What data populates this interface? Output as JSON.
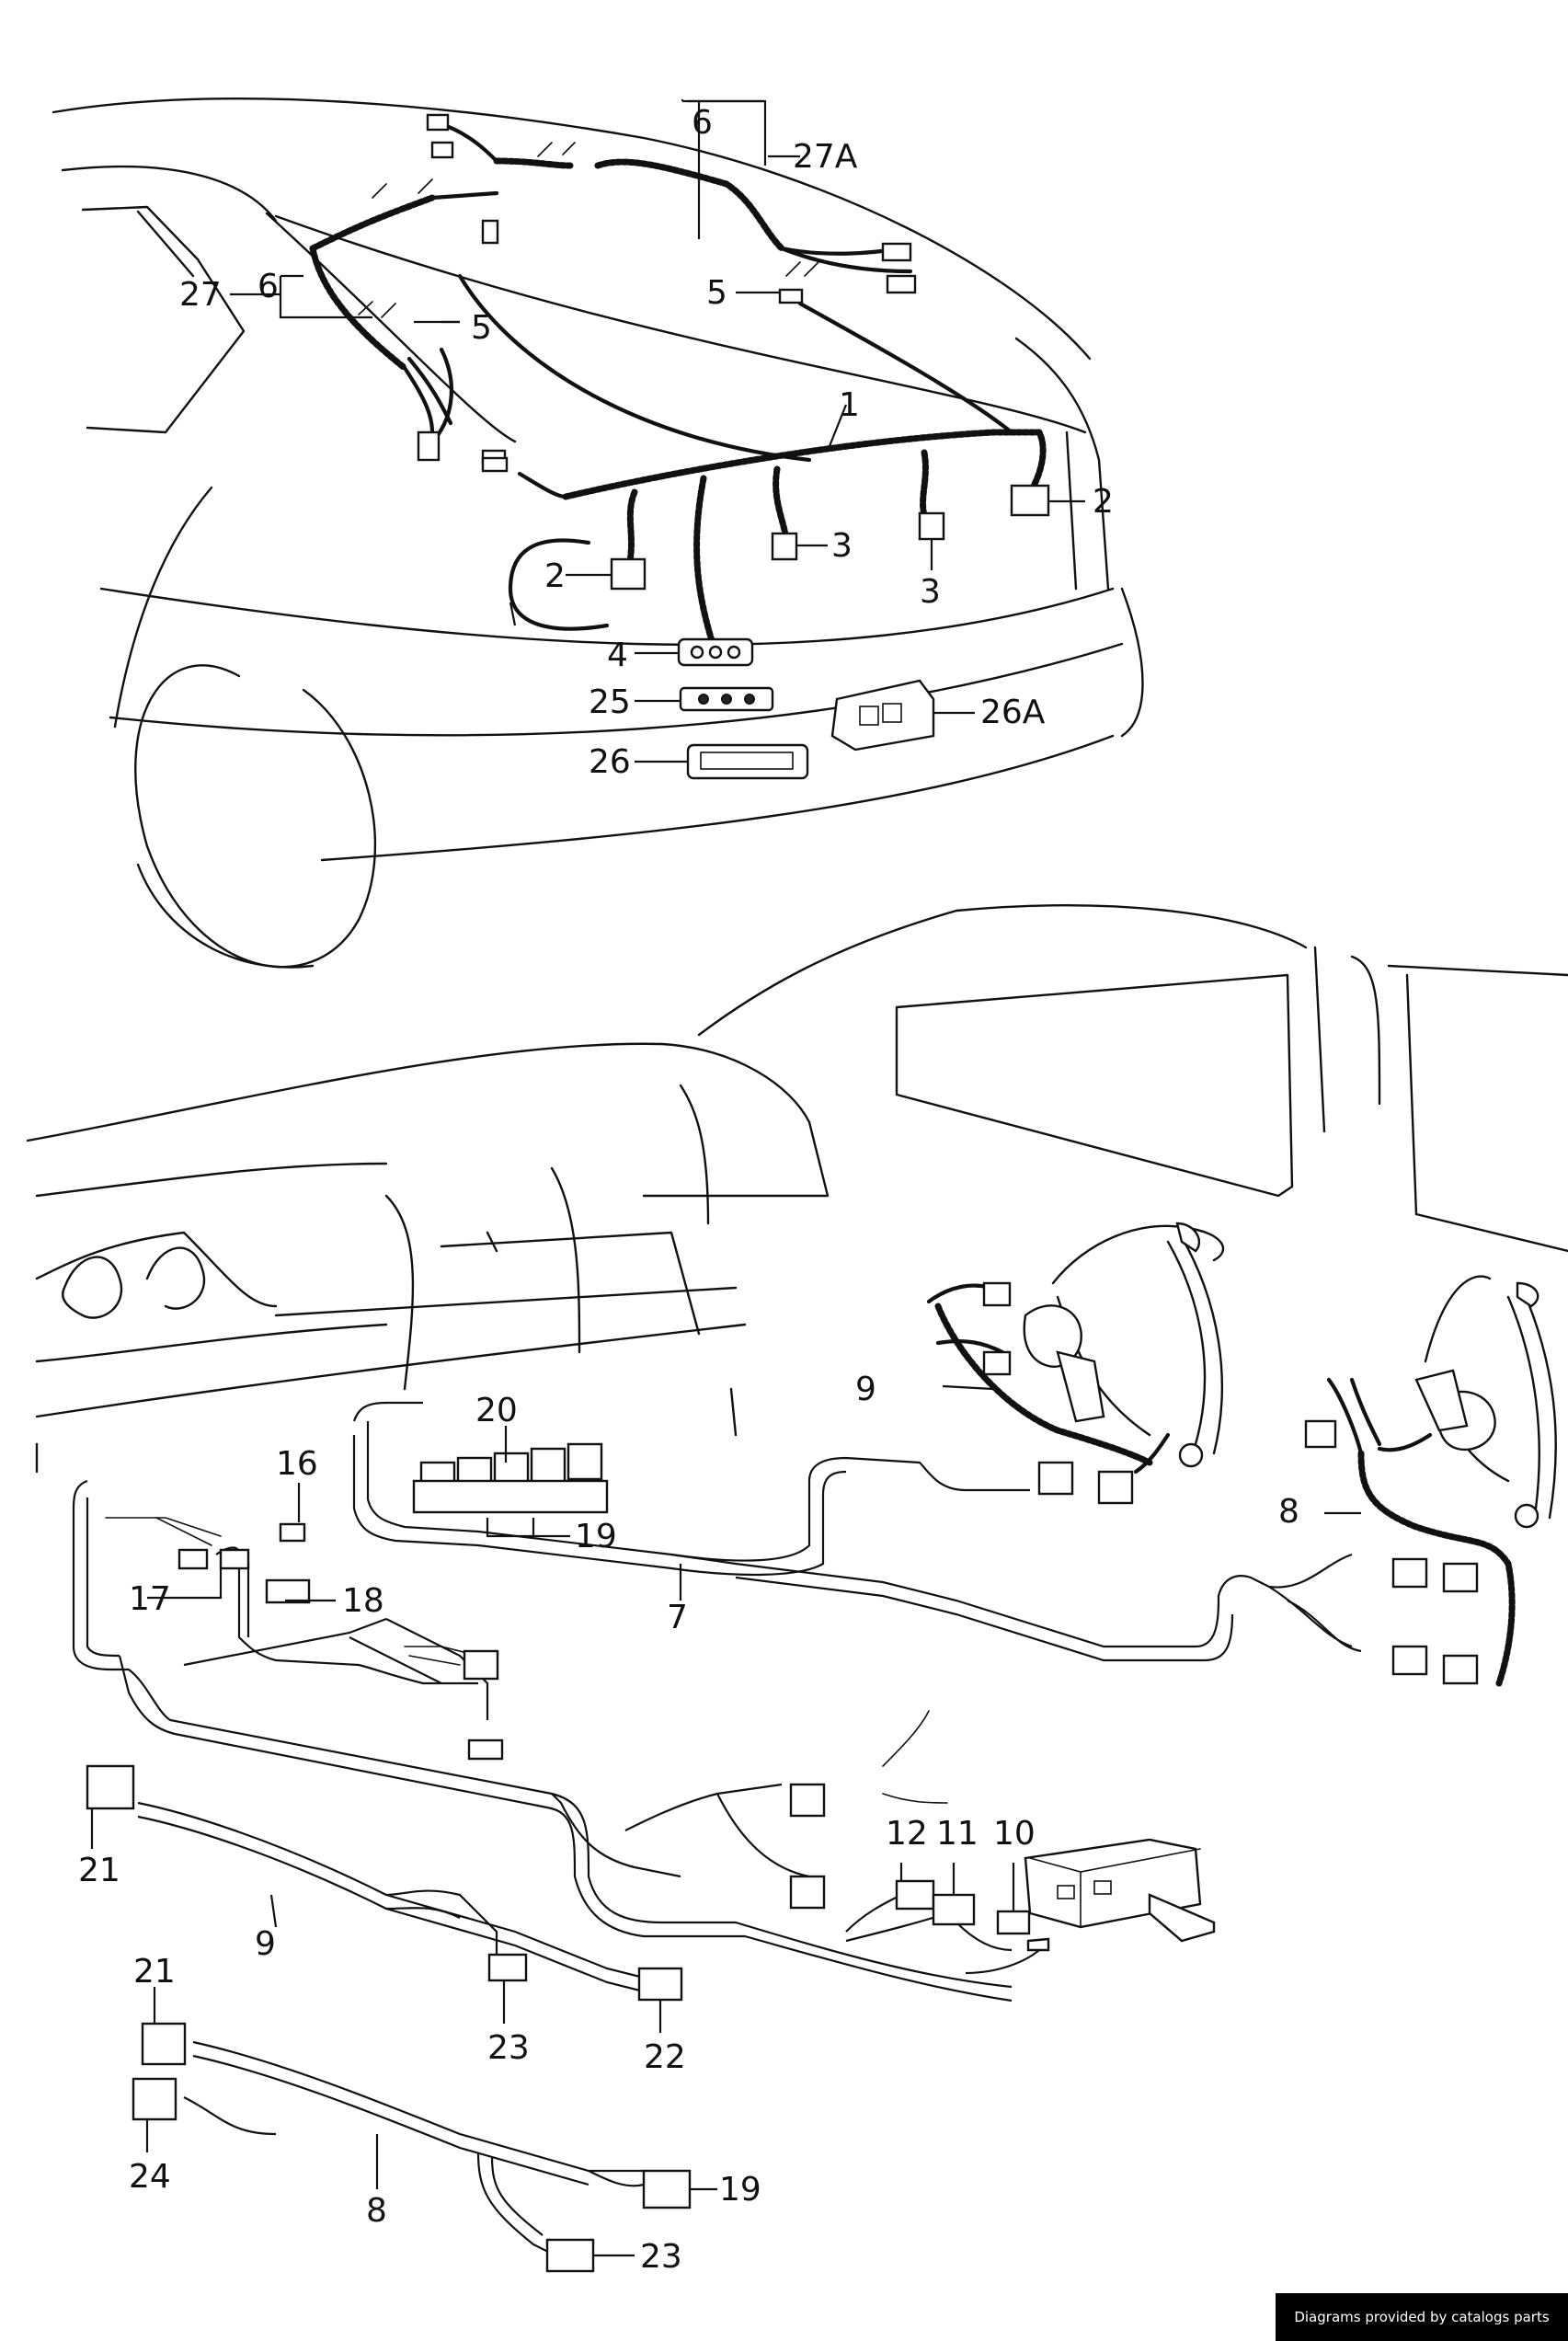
{
  "labels": {
    "p1": "1",
    "p2a": "2",
    "p2b": "2",
    "p3a": "3",
    "p3b": "3",
    "p4": "4",
    "p5a": "5",
    "p5b": "5",
    "p6a": "6",
    "p6b": "6",
    "p7": "7",
    "p8a": "8",
    "p8b": "8",
    "p9a": "9",
    "p9b": "9",
    "p10": "10",
    "p11": "11",
    "p12": "12",
    "p16": "16",
    "p17": "17",
    "p18": "18",
    "p19a": "19",
    "p19b": "19",
    "p20": "20",
    "p21a": "21",
    "p21b": "21",
    "p22": "22",
    "p23a": "23",
    "p23b": "23",
    "p24": "24",
    "p25": "25",
    "p26": "26",
    "p26A": "26A",
    "p27": "27",
    "p27A": "27A"
  },
  "footer": {
    "credit": "Diagrams provided by catalogs parts"
  }
}
